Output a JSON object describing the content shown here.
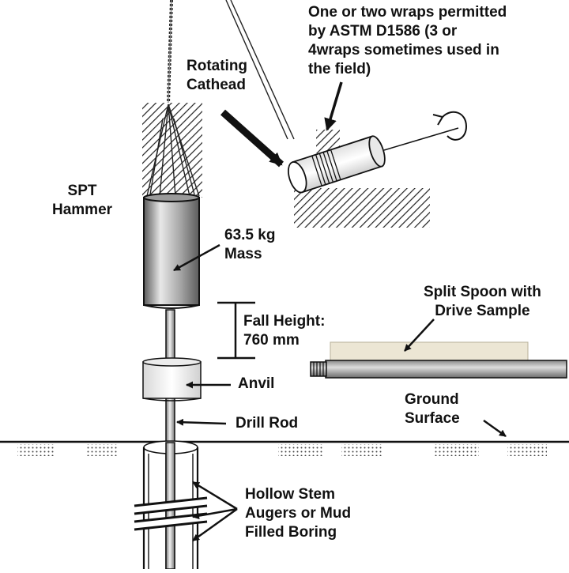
{
  "labels": {
    "wraps": [
      "One or two wraps permitted",
      "by ASTM D1586 (3 or",
      "4wraps sometimes used in",
      "the field)"
    ],
    "cathead": [
      "Rotating",
      "Cathead"
    ],
    "hammer": [
      "SPT",
      "Hammer"
    ],
    "mass": [
      "63.5 kg",
      "Mass"
    ],
    "fall_height": [
      "Fall Height:",
      "760 mm"
    ],
    "split_spoon": [
      "Split Spoon with",
      "Drive Sample"
    ],
    "anvil": "Anvil",
    "drill_rod": "Drill Rod",
    "ground_surface": [
      "Ground",
      "Surface"
    ],
    "auger": [
      "Hollow Stem",
      "Augers or Mud",
      "Filled Boring"
    ]
  }
}
